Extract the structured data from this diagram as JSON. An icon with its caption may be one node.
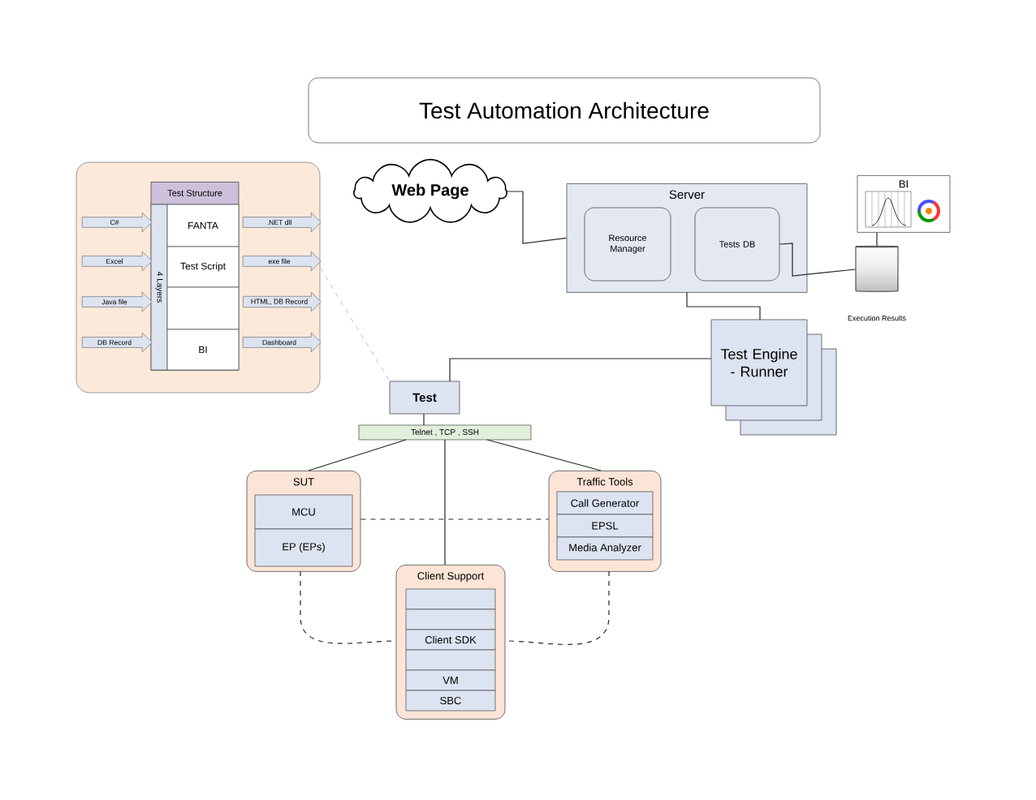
{
  "diagram": {
    "title": "Test Automation Architecture",
    "nodes": [
      {
        "text": [],
        "shape": "box"
      },
      {
        "text": [
          "Test Structure"
        ],
        "in": 0
      },
      {
        "text": [
          "4 Layers"
        ],
        "in": 1
      },
      {
        "text": [
          "FANTA"
        ],
        "in": 1
      },
      {
        "text": [
          "Test Script"
        ],
        "in": 1
      },
      {
        "text": [],
        "shape": "box",
        "in": 1
      },
      {
        "text": [
          "BI"
        ],
        "in": 1
      },
      {
        "text": [
          "C#"
        ],
        "in": 0
      },
      {
        "text": [
          "Excel"
        ],
        "in": 0
      },
      {
        "text": [
          "Java file"
        ],
        "in": 0
      },
      {
        "text": [
          "DB Record"
        ],
        "in": 0
      },
      {
        "text": [
          ".NET dll"
        ],
        "in": 0
      },
      {
        "text": [
          "exe file"
        ],
        "in": 0
      },
      {
        "text": [
          "HTML, DB Record"
        ],
        "in": 0
      },
      {
        "text": [
          "Dashboard"
        ],
        "in": 0
      },
      {
        "text": [
          "Web Page"
        ]
      },
      {
        "text": [
          "Server"
        ]
      },
      {
        "text": [
          "Resource Manager"
        ],
        "in": 16
      },
      {
        "text": [
          "Tests DB"
        ],
        "in": 16
      },
      {
        "text": [
          "BI"
        ]
      },
      {
        "text": [],
        "shape": "cylinder",
        "beside": [
          "Execution Results"
        ]
      },
      {
        "text": [
          "Test Engine - Runner"
        ]
      },
      {
        "text": [
          "Test"
        ]
      },
      {
        "text": [
          "Telnet , TCP , SSH"
        ]
      },
      {
        "text": [
          "SUT"
        ]
      },
      {
        "text": [
          "MCU"
        ],
        "in": 24
      },
      {
        "text": [
          "EP (EPs)"
        ],
        "in": 24
      },
      {
        "text": [
          "Traffic Tools"
        ]
      },
      {
        "text": [
          "Call Generator"
        ],
        "in": 27
      },
      {
        "text": [
          "EPSL"
        ],
        "in": 27
      },
      {
        "text": [
          "Media Analyzer"
        ],
        "in": 27
      },
      {
        "text": [
          "Client Support"
        ]
      },
      {
        "text": [],
        "shape": "box",
        "in": 31
      },
      {
        "text": [],
        "shape": "box",
        "in": 31
      },
      {
        "text": [
          "Client SDK"
        ],
        "in": 31
      },
      {
        "text": [],
        "shape": "box",
        "in": 31
      },
      {
        "text": [
          "VM"
        ],
        "in": 31
      },
      {
        "text": [
          "SBC"
        ],
        "in": 31
      }
    ],
    "edges": [
      {
        "from": 15,
        "to": 16,
        "arrow": "none"
      },
      {
        "from": 18,
        "to": 20,
        "arrow": "none"
      },
      {
        "from": 20,
        "to": 19,
        "arrow": "none"
      },
      {
        "from": 16,
        "to": 21,
        "arrow": "none"
      },
      {
        "from": 21,
        "to": 22,
        "arrow": "none"
      },
      {
        "from": 22,
        "to": 23,
        "arrow": "none"
      },
      {
        "from": 23,
        "to": 24,
        "arrow": "none"
      },
      {
        "from": 23,
        "to": 31,
        "arrow": "none"
      },
      {
        "from": 23,
        "to": 27,
        "arrow": "none"
      },
      {
        "from": 24,
        "to": 27,
        "arrow": "none",
        "style": "dashed"
      },
      {
        "from": 24,
        "to": 31,
        "arrow": "none",
        "style": "dashed"
      },
      {
        "from": 27,
        "to": 31,
        "arrow": "none",
        "style": "dashed"
      },
      {
        "from": 0,
        "to": 22,
        "arrow": "none",
        "style": "dashed",
        "color": "#d0d0d0"
      }
    ]
  }
}
